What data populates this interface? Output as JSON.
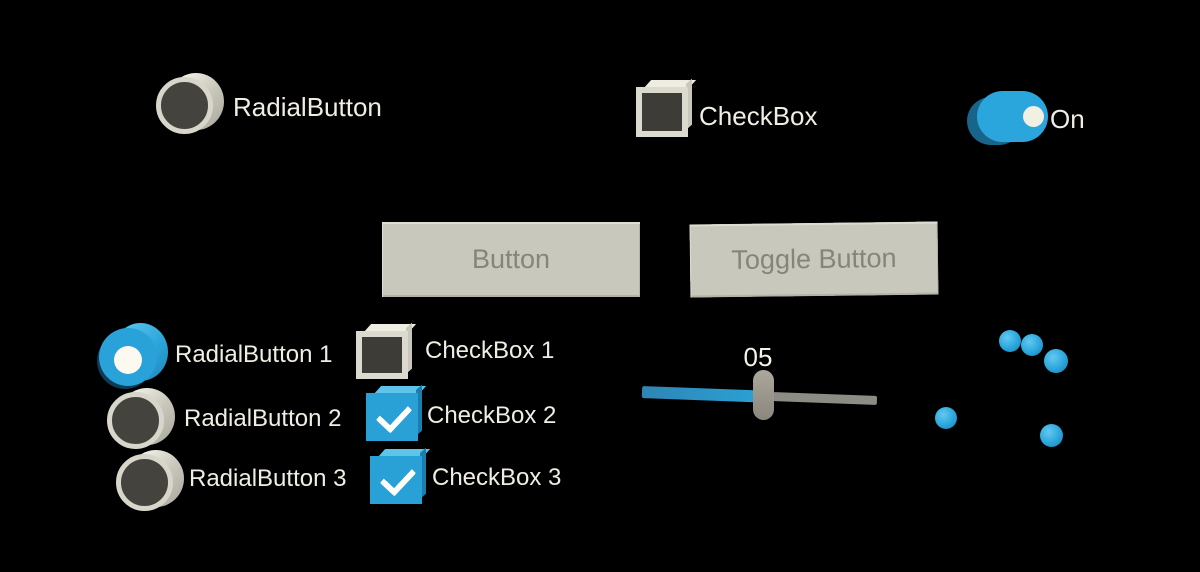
{
  "top_row": {
    "radial_button": {
      "label": "RadialButton",
      "selected": false
    },
    "checkbox": {
      "label": "CheckBox",
      "checked": false
    },
    "toggle": {
      "label": "On",
      "state": "on"
    }
  },
  "push_buttons": {
    "button": {
      "label": "Button"
    },
    "toggle_button": {
      "label": "Toggle Button"
    }
  },
  "radial_group": {
    "items": [
      {
        "label": "RadialButton 1",
        "selected": true
      },
      {
        "label": "RadialButton 2",
        "selected": false
      },
      {
        "label": "RadialButton 3",
        "selected": false
      }
    ]
  },
  "checkbox_group": {
    "items": [
      {
        "label": "CheckBox 1",
        "checked": false
      },
      {
        "label": "CheckBox 2",
        "checked": true
      },
      {
        "label": "CheckBox 3",
        "checked": true
      }
    ]
  },
  "slider": {
    "value": "05"
  },
  "decor": {
    "sphere_count": 5
  },
  "colors": {
    "background": "#000000",
    "accent_blue": "#2BA6DC",
    "label_text": "#F0EEE3",
    "button_bg": "#C9C8BC",
    "button_text": "#85857C",
    "slider_thumb": "#9C988D",
    "track_grey": "#8D8C84"
  }
}
